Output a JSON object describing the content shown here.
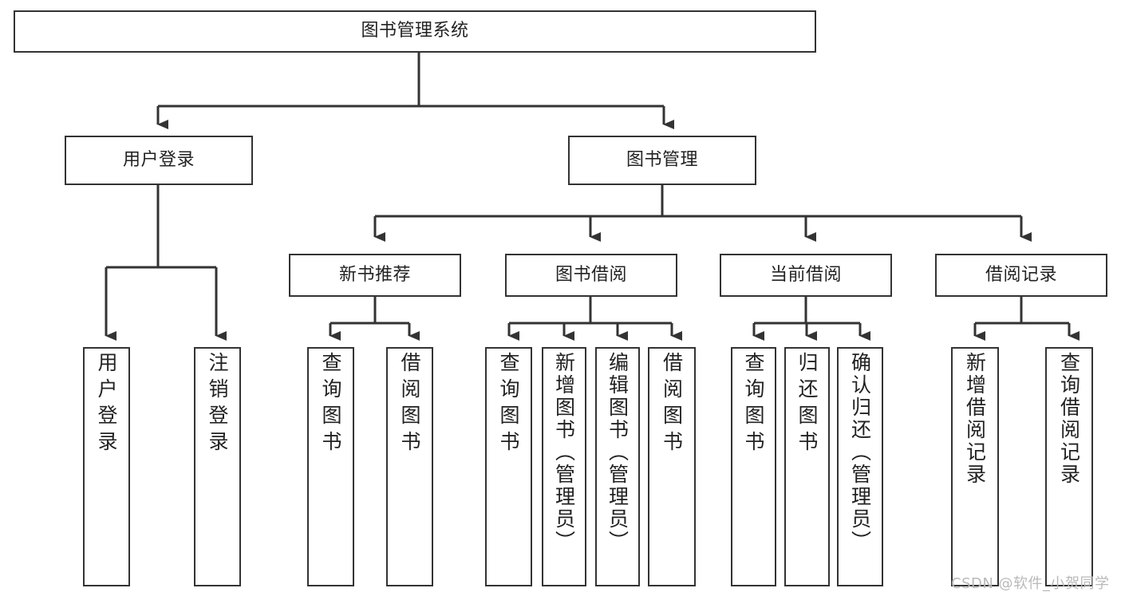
{
  "diagram": {
    "title": "图书管理系统",
    "type": "tree",
    "stroke_color": "#333333",
    "fill_color": "#ffffff",
    "text_color": "#222222"
  },
  "nodes": {
    "root": {
      "label": "图书管理系统"
    },
    "level1": [
      {
        "label": "用户登录"
      },
      {
        "label": "图书管理"
      }
    ],
    "level2": [
      {
        "label": "新书推荐"
      },
      {
        "label": "图书借阅"
      },
      {
        "label": "当前借阅"
      },
      {
        "label": "借阅记录"
      }
    ],
    "leaves_user_login": [
      {
        "label": "用户登录"
      },
      {
        "label": "注销登录"
      }
    ],
    "leaves_new_book": [
      {
        "label": "查询图书"
      },
      {
        "label": "借阅图书"
      }
    ],
    "leaves_borrow": [
      {
        "label": "查询图书"
      },
      {
        "label": "新增图书（管理员）"
      },
      {
        "label": "编辑图书（管理员）"
      },
      {
        "label": "借阅图书"
      }
    ],
    "leaves_current": [
      {
        "label": "查询图书"
      },
      {
        "label": "归还图书"
      },
      {
        "label": "确认归还（管理员）"
      }
    ],
    "leaves_record": [
      {
        "label": "新增借阅记录"
      },
      {
        "label": "查询借阅记录"
      }
    ]
  },
  "watermark": {
    "text": "CSDN @软件_小贺同学"
  }
}
